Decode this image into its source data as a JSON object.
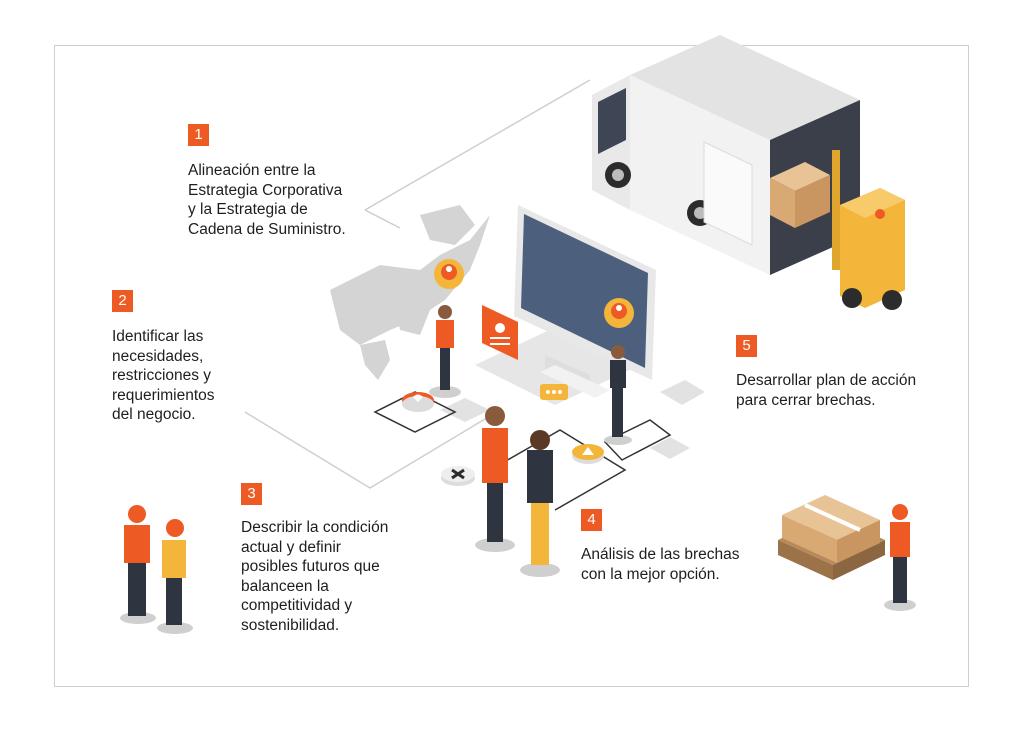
{
  "colors": {
    "accent": "#ee5a24",
    "map": "#d4d4d4",
    "floor": "#e6e6e6",
    "monitor_screen": "#4c5f7d",
    "forklift": "#f4b63a",
    "box": "#d9a974",
    "truck": "#e9e9e9"
  },
  "steps": [
    {
      "number": "1",
      "text": "Alineación entre la\nEstrategia Corporativa\ny la Estrategia de\nCadena de Suministro."
    },
    {
      "number": "2",
      "text": "Identificar las\nnecesidades,\nrestricciones y\nrequerimientos\ndel negocio."
    },
    {
      "number": "3",
      "text": "Describir la condición\nactual y definir\nposibles futuros que\nbalanceen la\ncompetitividad y\nsostenibilidad."
    },
    {
      "number": "4",
      "text": "Análisis de las brechas\ncon la mejor opción."
    },
    {
      "number": "5",
      "text": "Desarrollar plan de acción\npara cerrar brechas."
    }
  ],
  "icons": [
    "map-pin-icon",
    "user-icon",
    "chat-icon",
    "heart-icon",
    "close-icon",
    "triangle-icon"
  ]
}
